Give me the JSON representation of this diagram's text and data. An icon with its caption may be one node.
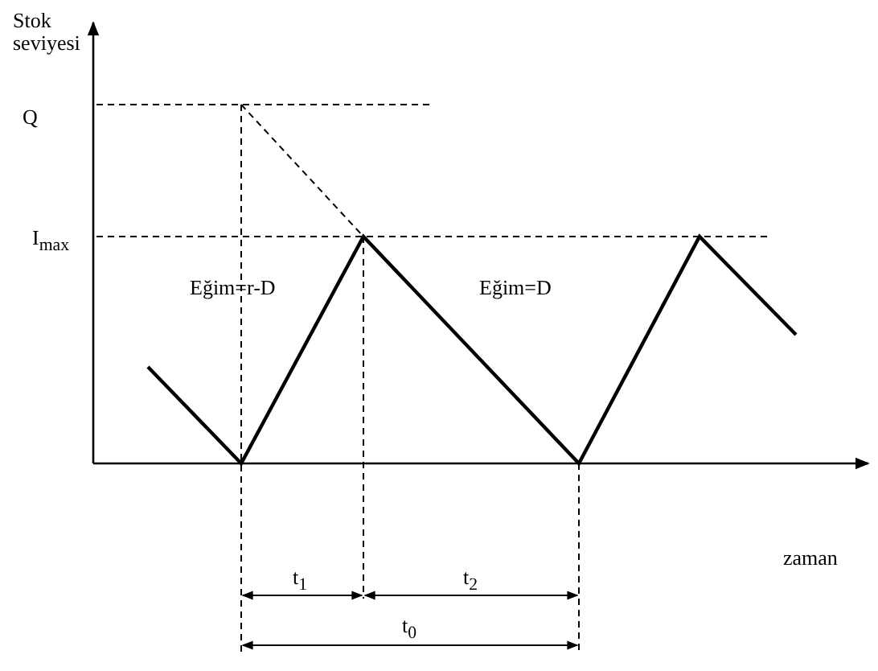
{
  "diagram": {
    "labels": [
      "Stok seviyesi",
      "Q",
      "I$_{max}$",
      "Eğim=r-D",
      "Eğim=D",
      "zaman",
      "t$_{1}$",
      "t$_{2}$",
      "t$_{0}$"
    ]
  }
}
